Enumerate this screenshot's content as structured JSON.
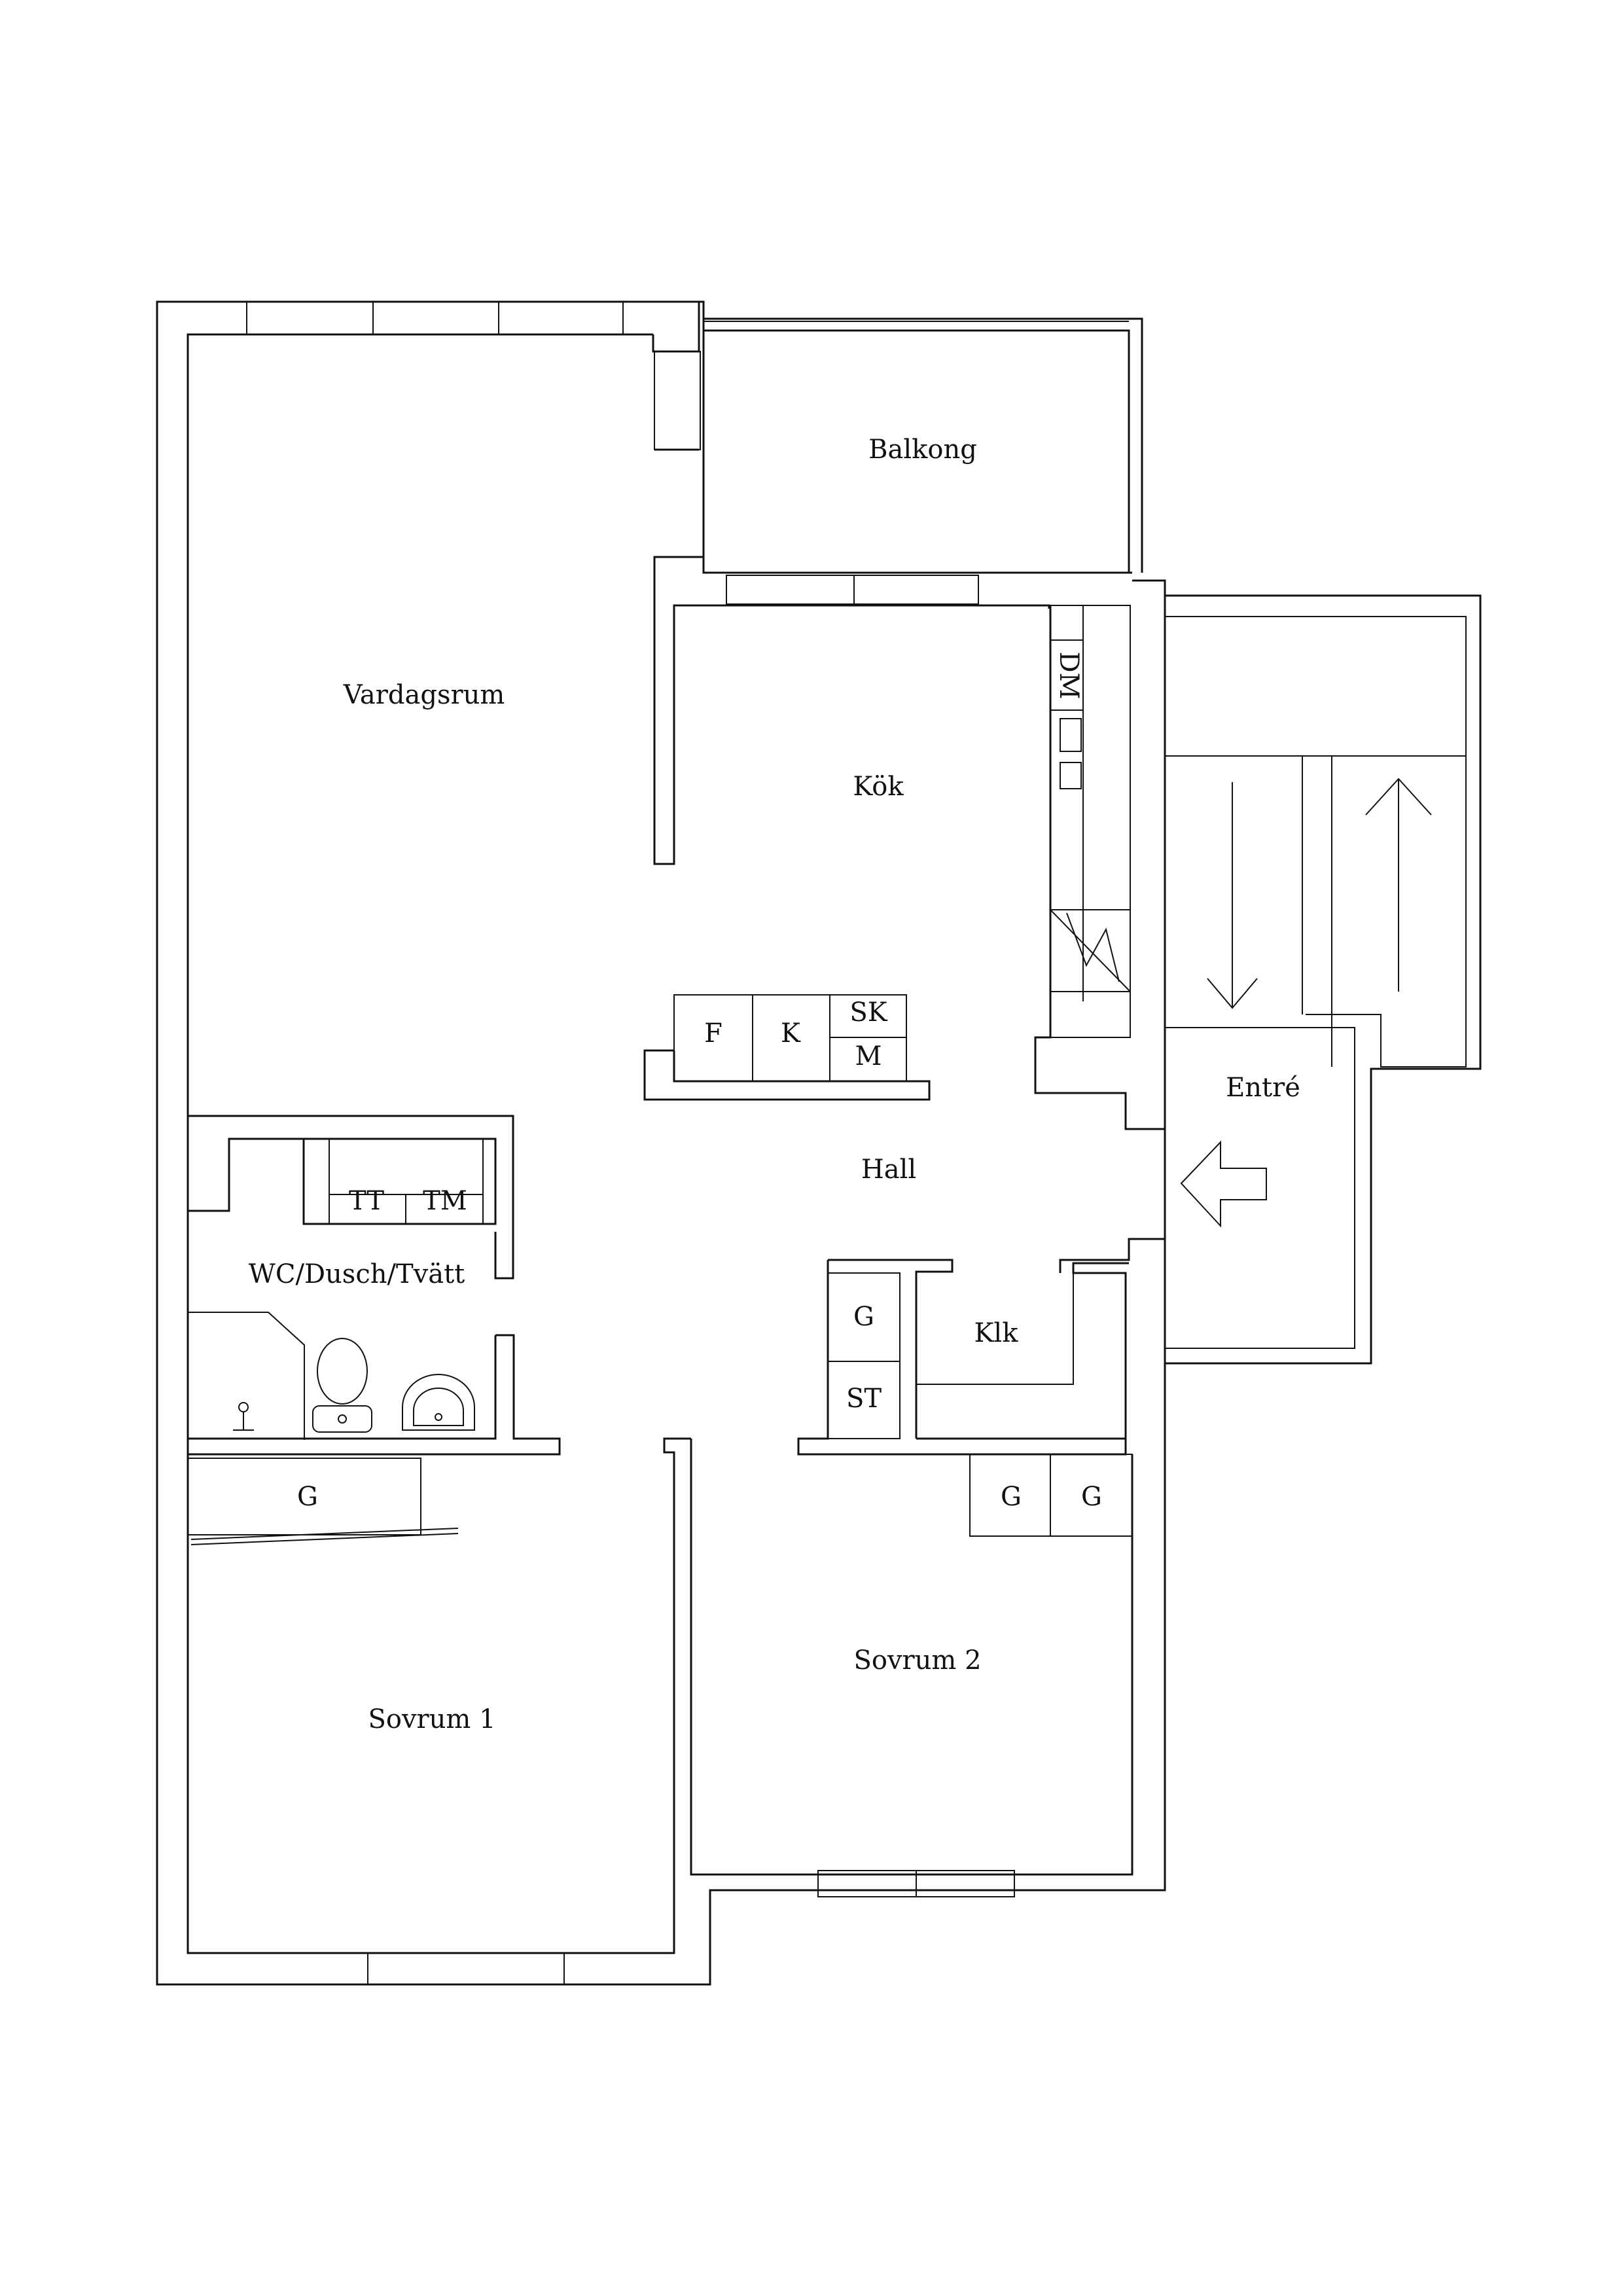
{
  "rooms": {
    "balkong": "Balkong",
    "vardagsrum": "Vardagsrum",
    "kok": "Kök",
    "hall": "Hall",
    "entre": "Entré",
    "wc": "WC/Dusch/Tvätt",
    "klk": "Klk",
    "sovrum1": "Sovrum 1",
    "sovrum2": "Sovrum 2"
  },
  "fixtures": {
    "dm": "DM",
    "f": "F",
    "k": "K",
    "sk": "SK",
    "m": "M",
    "tt": "TT",
    "tm": "TM",
    "g_hall": "G",
    "st": "ST",
    "g_sovrum1": "G",
    "g_sovrum2_a": "G",
    "g_sovrum2_b": "G"
  }
}
